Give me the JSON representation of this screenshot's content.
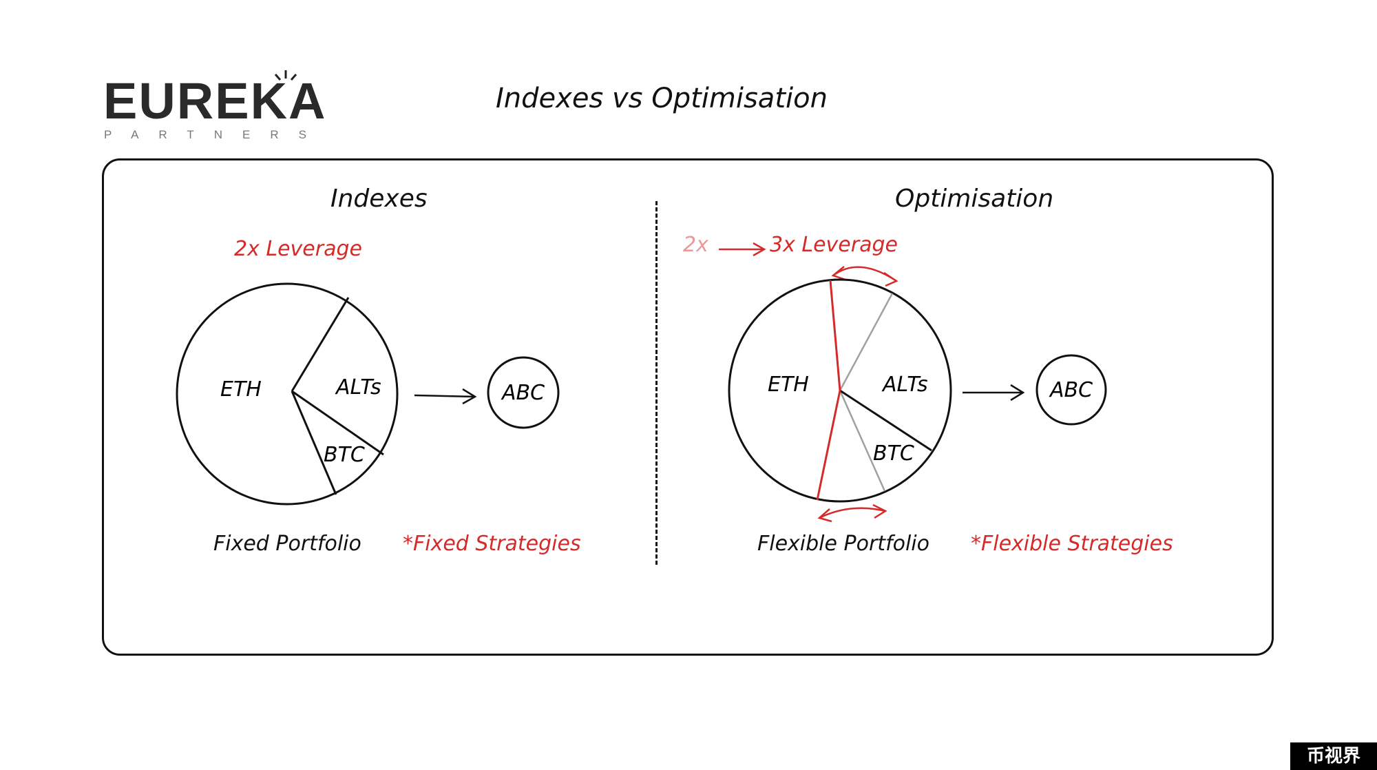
{
  "logo": {
    "word": "EUREKA",
    "sub": "PARTNERS"
  },
  "title": "Indexes vs Optimisation",
  "left": {
    "title": "Indexes",
    "leverage": "2x Leverage",
    "slices": [
      "ETH",
      "ALTs",
      "BTC"
    ],
    "output": "ABC",
    "caption": "Fixed Portfolio",
    "note": "*Fixed Strategies"
  },
  "right": {
    "title": "Optimisation",
    "leverage_old": "2x",
    "leverage_new": "3x Leverage",
    "slices": [
      "ETH",
      "ALTs",
      "BTC"
    ],
    "output": "ABC",
    "caption": "Flexible Portfolio",
    "note": "*Flexible Strategies"
  },
  "watermark": "币视界",
  "colors": {
    "accent": "#d42a2a",
    "faded_accent": "#e89a9a",
    "ink": "#111111",
    "grey": "#a0a0a0"
  }
}
